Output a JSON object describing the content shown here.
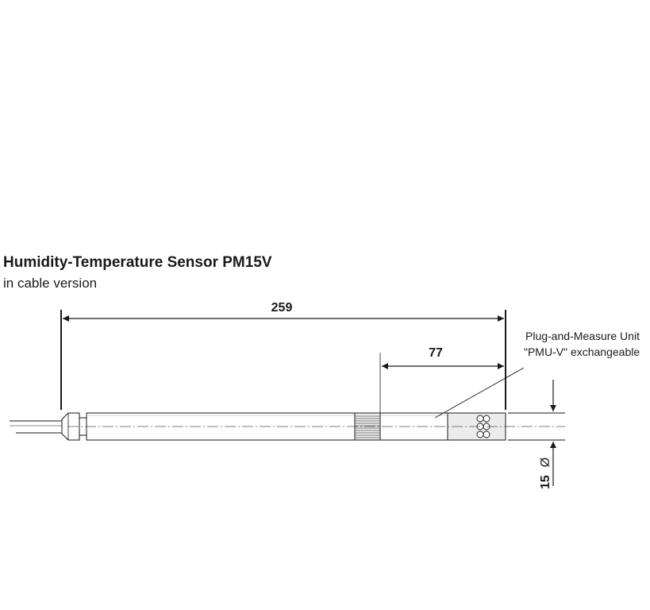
{
  "title": "Humidity-Temperature Sensor PM15V",
  "subtitle": "in cable version",
  "dimensions": {
    "overall_length": "259",
    "unit_length": "77",
    "diameter_value": "15",
    "diameter_symbol": "Ø"
  },
  "callout": {
    "line1": "Plug-and-Measure Unit",
    "line2": "\"PMU-V\" exchangeable"
  }
}
